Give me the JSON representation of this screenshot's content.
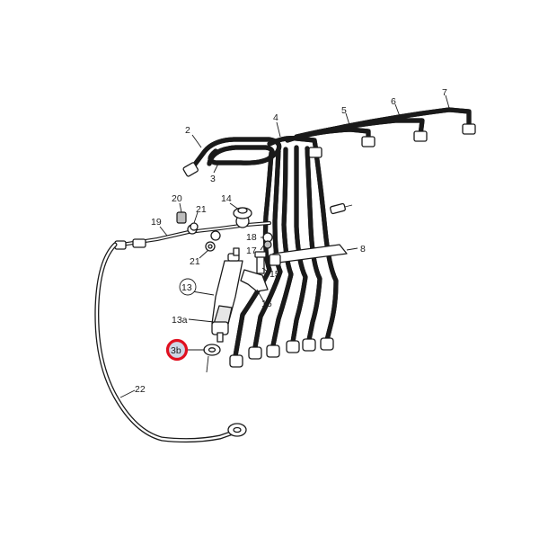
{
  "labels": {
    "l2": "2",
    "l3": "3",
    "l4": "4",
    "l5": "5",
    "l6": "6",
    "l7": "7",
    "l8": "8",
    "l13": "13",
    "l13a": "13a",
    "l14": "14",
    "l15": "15",
    "l16": "16",
    "l17": "17",
    "l18": "18",
    "l19": "19",
    "l20": "20",
    "l21a": "21",
    "l21b": "21",
    "l22": "22",
    "l3b": "3b"
  },
  "colors": {
    "highlight_ring": "#e01020",
    "highlight_fill": "#cdd6e6",
    "ink": "#1a1a1a"
  }
}
